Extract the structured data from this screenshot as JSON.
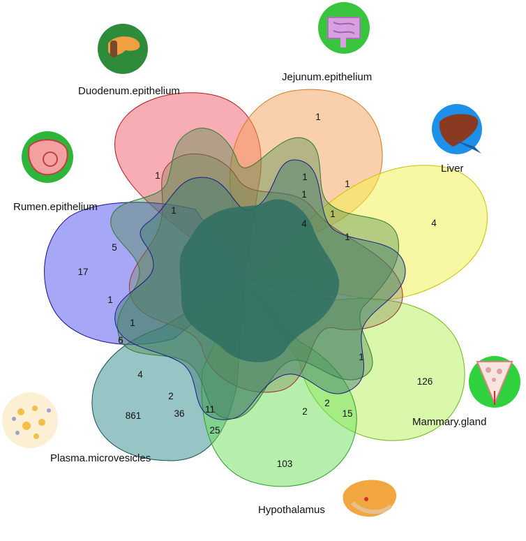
{
  "sets": [
    {
      "id": "duodenum",
      "label": "Duodenum.epithelium",
      "color": "#f25a6a",
      "stroke": "#b01818",
      "icon": "pancreas-duodenum-icon",
      "icon_bg": "#2e8b3a"
    },
    {
      "id": "jejunum",
      "label": "Jejunum.epithelium",
      "color": "#f5a25a",
      "stroke": "#d07a20",
      "icon": "intestine-icon",
      "icon_bg": "#39c43e"
    },
    {
      "id": "liver",
      "label": "Liver",
      "color": "#f2f24a",
      "stroke": "#c8c200",
      "icon": "liver-icon",
      "icon_bg": "#1e90e8"
    },
    {
      "id": "rumen",
      "label": "Rumen.epithelium",
      "color": "#4f4ff2",
      "stroke": "#10108f",
      "icon": "rumen-icon",
      "icon_bg": "#2eb53a"
    },
    {
      "id": "mammary",
      "label": "Mammary.gland",
      "color": "#b5f25a",
      "stroke": "#6fb518",
      "icon": "mammary-gland-icon",
      "icon_bg": "#2fd13f"
    },
    {
      "id": "plasma",
      "label": "Plasma.microvesicles",
      "color": "#2f8a8a",
      "stroke": "#145050",
      "icon": "plasma-microvesicles-icon",
      "icon_bg": "#fbf0d4"
    },
    {
      "id": "hypothalamus",
      "label": "Hypothalamus",
      "color": "#6ee05a",
      "stroke": "#2f9a2f",
      "icon": "brain-icon",
      "icon_bg": "#ffffff"
    }
  ],
  "counts": [
    "1",
    "1",
    "1",
    "1",
    "1",
    "1",
    "1",
    "4",
    "1",
    "4",
    "5",
    "17",
    "1",
    "1",
    "6",
    "4",
    "861",
    "2",
    "36",
    "11",
    "25",
    "103",
    "2",
    "2",
    "15",
    "126",
    "1"
  ]
}
